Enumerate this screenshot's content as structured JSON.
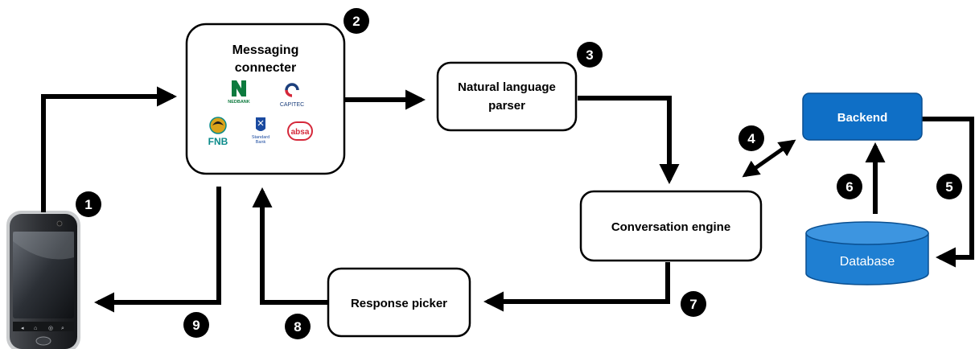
{
  "nodes": {
    "messaging_connector": {
      "line1": "Messaging",
      "line2": "connecter"
    },
    "nlp": {
      "line1": "Natural language",
      "line2": "parser"
    },
    "conversation_engine": {
      "label": "Conversation engine"
    },
    "response_picker": {
      "label": "Response picker"
    },
    "backend": {
      "label": "Backend"
    },
    "database": {
      "label": "Database"
    }
  },
  "bank_logos": {
    "nedbank": "NEDBANK",
    "capitec": "CAPITEC",
    "fnb": "FNB",
    "standard_bank_1": "Standard",
    "standard_bank_2": "Bank",
    "absa": "absa"
  },
  "steps": [
    "1",
    "2",
    "3",
    "4",
    "5",
    "6",
    "7",
    "8",
    "9"
  ],
  "colors": {
    "backend_fill": "#0f6fc6",
    "database_fill": "#1f7fd2",
    "badge": "#000000",
    "nedbank": "#0d7a3e",
    "capitec": "#1c3f7c",
    "fnb": "#0a8a8a",
    "absa": "#d5283a"
  }
}
